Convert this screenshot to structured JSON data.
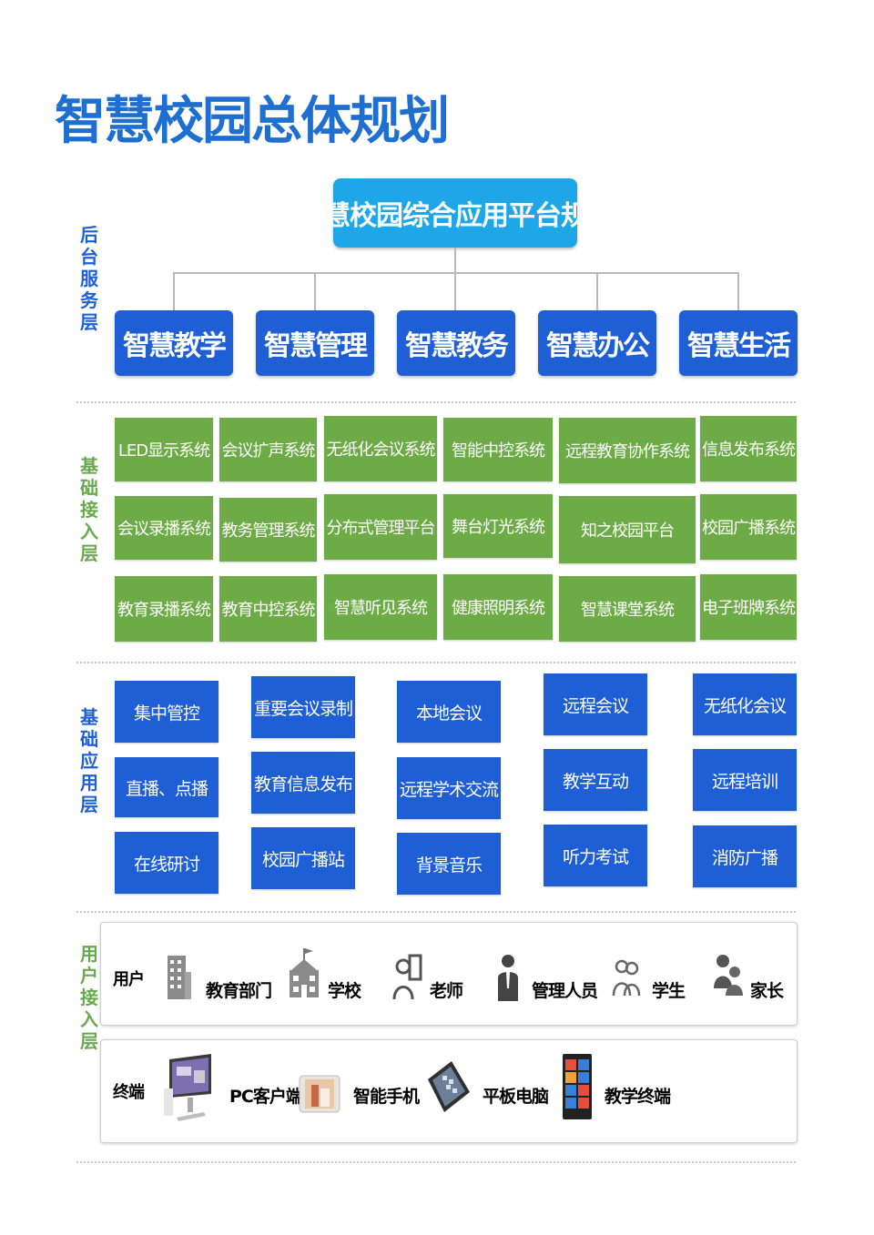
{
  "title": "智慧校园总体规划",
  "platform": "智慧校园综合应用平台规划",
  "layers": {
    "backend": "后台服务层",
    "access": "基础接入层",
    "application": "基础应用层",
    "user": "用户接入层"
  },
  "services": [
    "智慧教学",
    "智慧管理",
    "智慧教务",
    "智慧办公",
    "智慧生活"
  ],
  "access_systems": [
    [
      "LED显示系统",
      "会议扩声系统",
      "无纸化会议系统",
      "智能中控系统",
      "远程教育协作系统",
      "信息发布系统"
    ],
    [
      "会议录播系统",
      "教务管理系统",
      "分布式管理平台",
      "舞台灯光系统",
      "知之校园平台",
      "校园广播系统"
    ],
    [
      "教育录播系统",
      "教育中控系统",
      "智慧听见系统",
      "健康照明系统",
      "智慧课堂系统",
      "电子班牌系统"
    ]
  ],
  "applications": [
    [
      "集中管控",
      "直播、点播",
      "在线研讨"
    ],
    [
      "重要会议录制",
      "教育信息发布",
      "校园广播站"
    ],
    [
      "本地会议",
      "远程学术交流",
      "背景音乐"
    ],
    [
      "远程会议",
      "教学互动",
      "听力考试"
    ],
    [
      "无纸化会议",
      "远程培训",
      "消防广播"
    ]
  ],
  "users": {
    "label": "用户",
    "items": [
      {
        "icon": "building-icon",
        "label": "教育部门"
      },
      {
        "icon": "school-icon",
        "label": "学校"
      },
      {
        "icon": "teacher-icon",
        "label": "老师"
      },
      {
        "icon": "manager-icon",
        "label": "管理人员"
      },
      {
        "icon": "students-icon",
        "label": "学生"
      },
      {
        "icon": "parents-icon",
        "label": "家长"
      }
    ]
  },
  "terminals": {
    "label": "终端",
    "items": [
      {
        "icon": "pc-icon",
        "label": "PC客户端"
      },
      {
        "icon": "smartphone-icon",
        "label": "智能手机"
      },
      {
        "icon": "tablet-icon",
        "label": "平板电脑"
      },
      {
        "icon": "teaching-terminal-icon",
        "label": "教学终端"
      }
    ]
  },
  "colors": {
    "title": "#1f6fd1",
    "platform": "#1ea7e8",
    "service": "#1f5fd6",
    "access": "#6cab46",
    "application": "#1f5fd6",
    "user_layer_label": "#6aa84f"
  }
}
